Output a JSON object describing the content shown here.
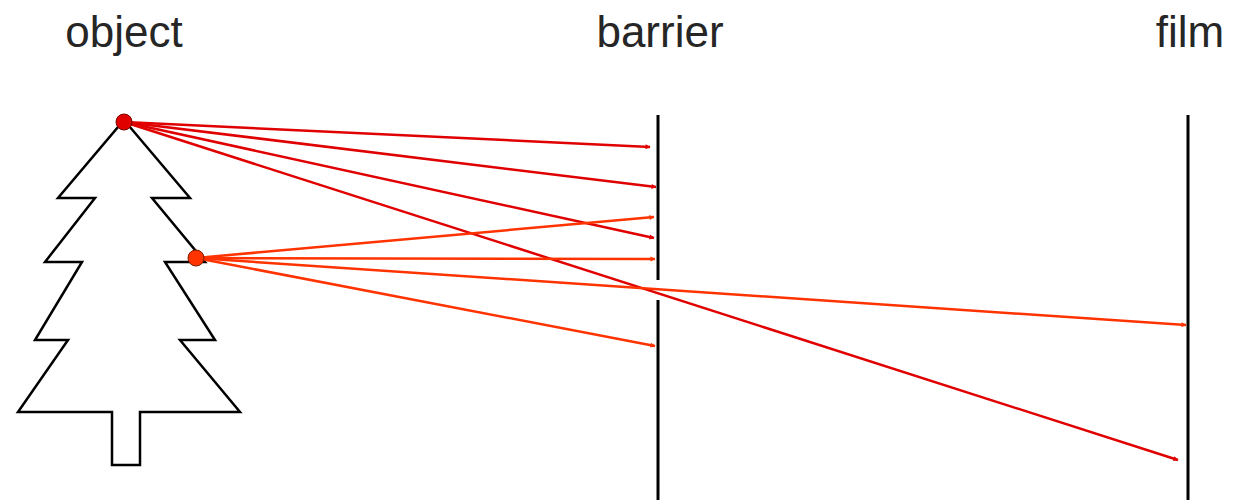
{
  "diagram": {
    "labels": [
      "object",
      "barrier",
      "film"
    ]
  }
}
